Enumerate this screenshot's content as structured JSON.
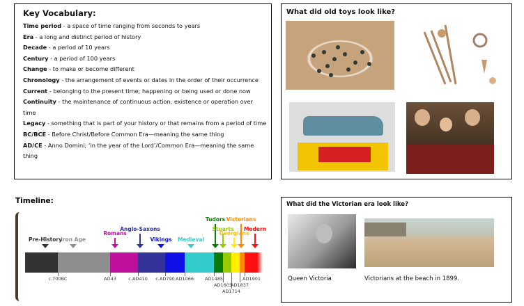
{
  "vocabulary": {
    "title": "Key Vocabulary:",
    "items": [
      {
        "term": "Time period",
        "def": " - a space of time ranging from seconds to years"
      },
      {
        "term": "Era",
        "def": " - a long and distinct period of history"
      },
      {
        "term": "Decade",
        "def": " - a period of 10 years"
      },
      {
        "term": "Century",
        "def": " - a period of 100 years"
      },
      {
        "term": "Change",
        "def": " - to make or become different"
      },
      {
        "term": "Chronology",
        "def": " - the arrangement of events or dates in the order of their occurrence"
      },
      {
        "term": "Current",
        "def": " - belonging to the present time; happening or being used or done now"
      },
      {
        "term": "Continuity",
        "def": " - the maintenance of continuous action, existence or operation over time"
      },
      {
        "term": "Legacy",
        "def": " - something that is part of your history or that remains from a period of time"
      },
      {
        "term": "BC/BCE",
        "def": " - Before Christ/Before Common Era—meaning the same thing"
      },
      {
        "term": "AD/CE",
        "def": " - Anno Domini; ‘in the year of the Lord’/Common Era—meaning the same thing"
      }
    ]
  },
  "toys": {
    "title": "What did old toys look like?"
  },
  "timeline": {
    "title": "Timeline:",
    "periods": [
      {
        "name": "Pre-History",
        "color": "#333333"
      },
      {
        "name": "Iron Age",
        "color": "#8e8e8e"
      },
      {
        "name": "Romans",
        "color": "#c0109e"
      },
      {
        "name": "Anglo-Saxons",
        "color": "#333399"
      },
      {
        "name": "Vikings",
        "color": "#1010e8"
      },
      {
        "name": "Medieval",
        "color": "#33cccc"
      },
      {
        "name": "Tudors",
        "color": "#0a7a0a"
      },
      {
        "name": "Stuarts",
        "color": "#99cc00"
      },
      {
        "name": "Georgians",
        "color": "#ffee00"
      },
      {
        "name": "Victorians",
        "color": "#ff8c00"
      },
      {
        "name": "Modern",
        "color": "#ff1010"
      }
    ],
    "dates": [
      "c.700BC",
      "AD43",
      "c.AD410",
      "c.AD790",
      "AD1066",
      "AD1485",
      "AD1603",
      "AD1714",
      "AD1837",
      "AD1901"
    ]
  },
  "victorian": {
    "title": "What did the Victorian era look like?",
    "captions": [
      "Queen Victoria",
      "Victorians at the beach in 1899."
    ]
  }
}
